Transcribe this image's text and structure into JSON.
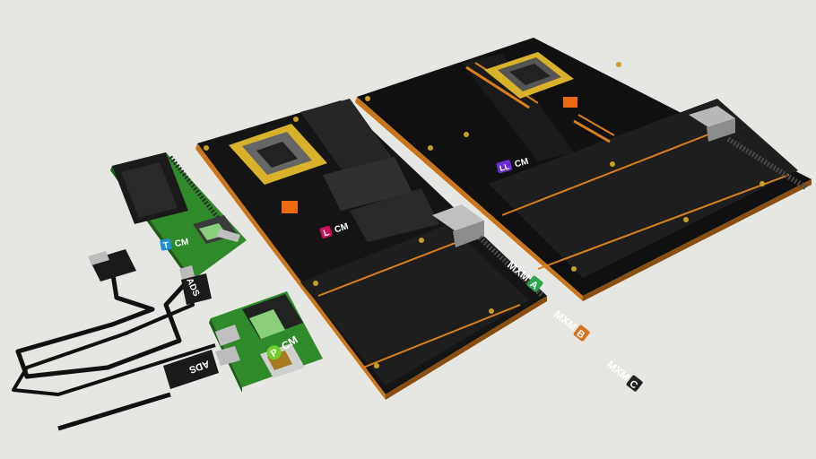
{
  "colors": {
    "background": "#e6e6e2",
    "pcb_black": "#1c1c1c",
    "pcb_green": "#2f8a2a",
    "trace_orange": "#d9801c",
    "socket_gold": "#d8b22a",
    "badge_t": "#1f8fd6",
    "badge_l": "#c8125a",
    "badge_ll": "#6a2bd8",
    "badge_p": "#6ccf2a",
    "badge_a": "#2aa84a",
    "badge_b": "#d6731c",
    "badge_c": "#222222"
  },
  "modules": {
    "tcm": {
      "badge": "T",
      "text": "CM"
    },
    "lcm": {
      "badge": "L",
      "text": "CM"
    },
    "llcm": {
      "badge": "LL",
      "text": "CM"
    },
    "pcm": {
      "badge": "P",
      "text": "CM"
    }
  },
  "cable": {
    "label_top": "ADS",
    "label_bottom": "ADS"
  },
  "mxm": {
    "a": {
      "text": "MXM",
      "badge": "A"
    },
    "b": {
      "text": "MXM",
      "badge": "B"
    },
    "c": {
      "text": "MXM",
      "badge": "C"
    }
  }
}
